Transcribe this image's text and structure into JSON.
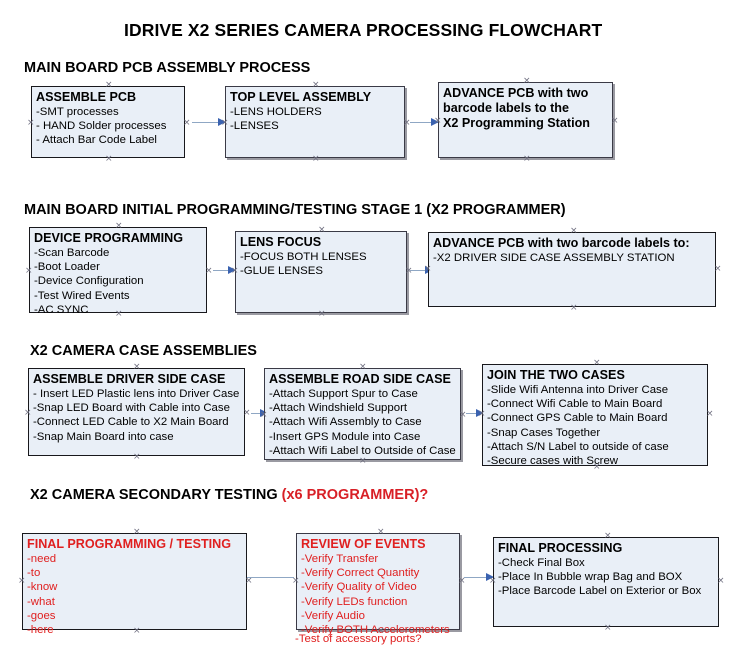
{
  "document": {
    "title": "IDRIVE X2  SERIES CAMERA PROCESSING FLOWCHART"
  },
  "colors": {
    "box_fill": "#e9eff7",
    "box_border": "#18181c",
    "red_text": "#e02020",
    "header_red": "#d81f26",
    "arrow_shaft": "#8fa7c4",
    "arrow_head": "#3a62b0",
    "handle": "#6f6f80"
  },
  "sections": [
    {
      "id": "section-1",
      "heading": "MAIN BOARD PCB ASSEMBLY PROCESS",
      "heading_suffix": "",
      "boxes": [
        {
          "id": "assemble-pcb",
          "title": "ASSEMBLE PCB",
          "title_color": "black",
          "lines": [
            "-SMT processes",
            "- HAND Solder processes",
            "- Attach Bar Code Label"
          ]
        },
        {
          "id": "top-level-assembly",
          "title": "TOP LEVEL ASSEMBLY",
          "title_color": "black",
          "lines": [
            "-LENS HOLDERS",
            "-LENSES"
          ]
        },
        {
          "id": "advance-pcb-x2-programming-station",
          "title": "ADVANCE PCB with two",
          "title_color": "black",
          "title_extra_lines": [
            "barcode labels to the",
            " X2 Programming Station"
          ],
          "lines": []
        }
      ]
    },
    {
      "id": "section-2",
      "heading": "MAIN BOARD INITIAL PROGRAMMING/TESTING STAGE 1 (X2 PROGRAMMER)",
      "heading_suffix": "",
      "boxes": [
        {
          "id": "device-programming",
          "title": "DEVICE PROGRAMMING",
          "title_color": "black",
          "lines": [
            "-Scan Barcode",
            "-Boot Loader",
            "-Device Configuration",
            "-Test Wired Events",
            "-AC SYNC"
          ]
        },
        {
          "id": "lens-focus",
          "title": "LENS FOCUS",
          "title_color": "black",
          "lines": [
            "-FOCUS BOTH LENSES",
            "-GLUE LENSES"
          ]
        },
        {
          "id": "advance-pcb-driver-side-case",
          "title": "ADVANCE PCB with two barcode labels to:",
          "title_color": "black",
          "lines": [
            "-X2 DRIVER  SIDE  CASE  ASSEMBLY STATION"
          ]
        }
      ]
    },
    {
      "id": "section-3",
      "heading": "X2 CAMERA CASE ASSEMBLIES",
      "heading_suffix": "",
      "boxes": [
        {
          "id": "assemble-driver-side-case",
          "title": "ASSEMBLE DRIVER SIDE CASE",
          "title_color": "black",
          "lines": [
            "- Insert LED Plastic lens into Driver Case",
            "-Snap LED Board with Cable into Case",
            "-Connect LED Cable to X2 Main Board",
            "-Snap Main Board into case"
          ]
        },
        {
          "id": "assemble-road-side-case",
          "title": "ASSEMBLE ROAD SIDE CASE",
          "title_color": "black",
          "lines": [
            "-Attach Support Spur to Case",
            "-Attach Windshield Support",
            "-Attach Wifi Assembly to Case",
            "-Insert GPS Module into Case",
            "-Attach Wifi Label to Outside of Case"
          ]
        },
        {
          "id": "join-the-two-cases",
          "title": "JOIN THE TWO CASES",
          "title_color": "black",
          "lines": [
            "-Slide Wifi Antenna into Driver Case",
            "-Connect Wifi Cable to Main Board",
            "-Connect GPS Cable to Main Board",
            "-Snap Cases Together",
            "-Attach S/N Label to outside of case",
            "-Secure cases with Screw"
          ]
        }
      ]
    },
    {
      "id": "section-4",
      "heading": "X2 CAMERA SECONDARY TESTING ",
      "heading_suffix": "(x6 PROGRAMMER)?",
      "boxes": [
        {
          "id": "final-programming-testing",
          "title": "FINAL PROGRAMMING / TESTING",
          "title_color": "red",
          "lines": [
            "-need",
            "-to",
            "-know",
            "-what",
            "-goes",
            "-here"
          ]
        },
        {
          "id": "review-of-events",
          "title": "REVIEW OF EVENTS",
          "title_color": "red",
          "lines": [
            "-Verify Transfer",
            "-Verify Correct Quantity",
            "-Verify Quality of Video",
            "-Verify LEDs function",
            "-Verify Audio",
            "-Verify BOTH Accelerometers"
          ],
          "overflow_line": "-Test of accessory ports?"
        },
        {
          "id": "final-processing",
          "title": "FINAL PROCESSING",
          "title_color": "black",
          "lines": [
            " -Check Final Box",
            "-Place In Bubble wrap Bag and BOX",
            "-Place Barcode Label on Exterior or Box"
          ]
        }
      ]
    }
  ]
}
